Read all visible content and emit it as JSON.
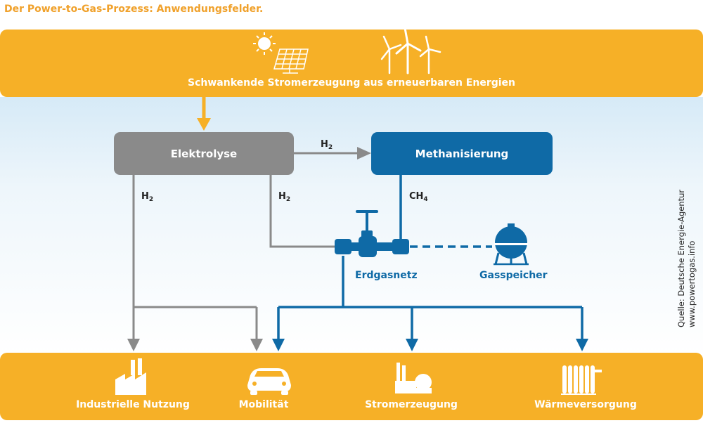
{
  "title": "Der Power-to-Gas-Prozess: Anwendungsfelder.",
  "top_caption": "Schwankende Stromerzeugung aus erneuerbaren Energien",
  "nodes": {
    "elektrolyse": "Elektrolyse",
    "methanisierung": "Methanisierung",
    "erdgasnetz": "Erdgasnetz",
    "gasspeicher": "Gasspeicher"
  },
  "flow_labels": {
    "h2_base": "H",
    "h2_sub": "2",
    "ch4_base": "CH",
    "ch4_sub": "4"
  },
  "uses": {
    "industrie": "Industrielle Nutzung",
    "mobilitaet": "Mobilität",
    "strom": "Stromerzeugung",
    "waerme": "Wärmeversorgung"
  },
  "source": {
    "line1": "Quelle: Deutsche Energie-Agentur",
    "line2": "www.powertogas.info"
  },
  "colors": {
    "orange": "#f6b027",
    "title_orange": "#f0a12b",
    "gray": "#8a8a8a",
    "blue": "#0f6aa6",
    "light_blue": "#e8f3fa"
  },
  "icons": [
    "sun-icon",
    "solar-panel-icon",
    "wind-turbine-icon",
    "factory-icon",
    "car-icon",
    "power-plant-icon",
    "radiator-icon",
    "gas-tank-icon",
    "valve-icon"
  ]
}
